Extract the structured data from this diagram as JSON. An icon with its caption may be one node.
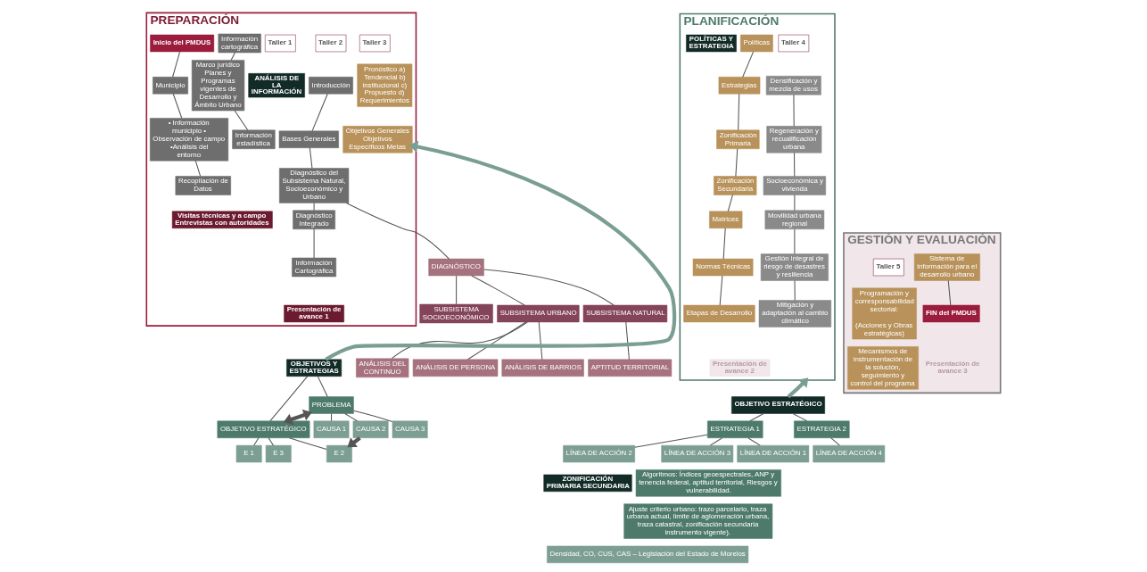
{
  "diagram": {
    "nodes": [
      {
        "text": [
          "PREPARACIÓN"
        ]
      },
      {
        "text": [
          "Inicio del PMDUS"
        ],
        "in": 0
      },
      {
        "text": [
          "Municipio"
        ],
        "in": 0
      },
      {
        "text": [
          "• Información municipio • Observación de campo •Análisis del entorno"
        ],
        "in": 0
      },
      {
        "text": [
          "Recopilación de Datos"
        ],
        "in": 0
      },
      {
        "text": [
          "Información cartográfica"
        ],
        "in": 0
      },
      {
        "text": [
          "Marco jurídico Planes y Programas vigentes de Desarrollo y Ámbito Urbano"
        ],
        "in": 0
      },
      {
        "text": [
          "Información estadística"
        ],
        "in": 0
      },
      {
        "text": [
          "Visitas técnicas y a campo Entrevistas con autoridades"
        ],
        "in": 0
      },
      {
        "text": [
          "Taller 1"
        ],
        "in": 0
      },
      {
        "text": [
          "ANÁLISIS DE LA INFORMACIÓN"
        ],
        "in": 0
      },
      {
        "text": [
          "Taller 2"
        ],
        "in": 0
      },
      {
        "text": [
          "Introducción"
        ],
        "in": 0
      },
      {
        "text": [
          "Bases Generales"
        ],
        "in": 0
      },
      {
        "text": [
          "Diagnóstico del Subsistema Natural, Socioeconómico y Urbano"
        ],
        "in": 0
      },
      {
        "text": [
          "Diagnóstico Integrado"
        ],
        "in": 0
      },
      {
        "text": [
          "Información Cartográfica"
        ],
        "in": 0
      },
      {
        "text": [
          "Presentación de avance 1"
        ],
        "in": 0
      },
      {
        "text": [
          "Taller 3"
        ],
        "in": 0
      },
      {
        "text": [
          "Pronóstico a) Tendencial b) institucional c) Propuesto d) Requerimientos"
        ],
        "in": 0
      },
      {
        "text": [
          "Objetivos Generales Objetivos Específicos Metas"
        ],
        "in": 0
      },
      {
        "text": [
          "PLANIFICACIÓN"
        ]
      },
      {
        "text": [
          "POLÍTICAS Y ESTRATEGIA"
        ],
        "in": 21
      },
      {
        "text": [
          "Políticas"
        ],
        "in": 21
      },
      {
        "text": [
          "Estrategias"
        ],
        "in": 21
      },
      {
        "text": [
          "Zonificación Primaria"
        ],
        "in": 21
      },
      {
        "text": [
          "Zonificación Secundaria"
        ],
        "in": 21
      },
      {
        "text": [
          "Matrices"
        ],
        "in": 21
      },
      {
        "text": [
          "Normas Técnicas"
        ],
        "in": 21
      },
      {
        "text": [
          "Etapas de Desarrollo"
        ],
        "in": 21
      },
      {
        "text": [
          "Taller 4"
        ],
        "in": 21
      },
      {
        "text": [
          "Densificación y mezcla de usos"
        ],
        "in": 21
      },
      {
        "text": [
          "Regeneración y recualificación urbana"
        ],
        "in": 21
      },
      {
        "text": [
          "Socioeconómica y vivienda"
        ],
        "in": 21
      },
      {
        "text": [
          "Movilidad urbana regional"
        ],
        "in": 21
      },
      {
        "text": [
          "Gestión integral de riesgo de desastres y resiliencia"
        ],
        "in": 21
      },
      {
        "text": [
          "Mitigación y adaptación al cambio climático"
        ],
        "in": 21
      },
      {
        "text": [
          "Presentación de avance 2"
        ],
        "in": 21
      },
      {
        "text": [
          "GESTIÓN Y EVALUACIÓN"
        ]
      },
      {
        "text": [
          "Taller 5"
        ],
        "in": 38
      },
      {
        "text": [
          "Programación y corresponsabilidad sectorial:",
          "(Acciones y Obras estratégicas)"
        ],
        "in": 38
      },
      {
        "text": [
          "Mecanismos de instrumentación de la solución, seguimiento y control del programa"
        ],
        "in": 38
      },
      {
        "text": [
          "Sistema de información para el desarrollo urbano"
        ],
        "in": 38
      },
      {
        "text": [
          "FIN del PMDUS"
        ],
        "in": 38
      },
      {
        "text": [
          "Presentación de avance 3"
        ],
        "in": 38
      },
      {
        "text": [
          "DIAGNÓSTICO"
        ]
      },
      {
        "text": [
          "SUBSISTEMA NATURAL"
        ]
      },
      {
        "text": [
          "SUBSISTEMA SOCIOECONÓMICO"
        ]
      },
      {
        "text": [
          "SUBSISTEMA URBANO"
        ]
      },
      {
        "text": [
          "APTITUD TERRITORIAL"
        ]
      },
      {
        "text": [
          "ANÁLISIS DE PERSONA"
        ]
      },
      {
        "text": [
          "ANÁLISIS DE BARRIOS"
        ]
      },
      {
        "text": [
          "ANÁLISIS DEL CONTINUO"
        ]
      },
      {
        "text": [
          "OBJETIVOS Y ESTRATEGIAS"
        ]
      },
      {
        "text": [
          "PROBLEMA"
        ]
      },
      {
        "text": [
          "OBJETIVO ESTRATÉGICO"
        ]
      },
      {
        "text": [
          "CAUSA 1"
        ]
      },
      {
        "text": [
          "CAUSA 2"
        ]
      },
      {
        "text": [
          "CAUSA 3"
        ]
      },
      {
        "text": [
          "E 1"
        ]
      },
      {
        "text": [
          "E 2"
        ]
      },
      {
        "text": [
          "E 3"
        ]
      },
      {
        "text": [
          "OBJETIVO ESTRATÉGICO"
        ]
      },
      {
        "text": [
          "ESTRATEGIA 1"
        ]
      },
      {
        "text": [
          "ESTRATEGIA 2"
        ]
      },
      {
        "text": [
          "LÍNEA DE ACCIÓN 1"
        ]
      },
      {
        "text": [
          "LÍNEA DE ACCIÓN 2"
        ]
      },
      {
        "text": [
          "LÍNEA DE ACCIÓN 3"
        ]
      },
      {
        "text": [
          "LÍNEA DE ACCIÓN 4"
        ]
      },
      {
        "text": [
          "ZONIFICACIÓN PRIMARIA SECUNDARIA"
        ]
      },
      {
        "text": [
          "Algoritmos: Índices geoespectrales, ANP y tenencia federal, aptitud territorial, Riesgos y vulnerabilidad."
        ]
      },
      {
        "text": [
          "Ajuste criterio urbano: trazo parcelario, traza urbana actual, limite de aglomeración urbana, traza catastral, zonificación secundaria instrumento vigente)."
        ]
      },
      {
        "text": [
          "Densidad, CO, CUS, CAS – Legislación del Estado de Morelos"
        ]
      }
    ],
    "edges": [
      {
        "from": 1,
        "to": 2,
        "arrow": "none"
      },
      {
        "from": 2,
        "to": 3,
        "arrow": "none"
      },
      {
        "from": 3,
        "to": 4,
        "arrow": "none"
      },
      {
        "from": 5,
        "to": 6,
        "arrow": "none"
      },
      {
        "from": 6,
        "to": 7,
        "arrow": "none"
      },
      {
        "from": 12,
        "to": 13,
        "arrow": "none"
      },
      {
        "from": 13,
        "to": 14,
        "arrow": "none"
      },
      {
        "from": 14,
        "to": 15,
        "arrow": "none"
      },
      {
        "from": 15,
        "to": 16,
        "arrow": "none"
      },
      {
        "from": 23,
        "to": 24,
        "arrow": "none"
      },
      {
        "from": 24,
        "to": 25,
        "arrow": "none"
      },
      {
        "from": 25,
        "to": 26,
        "arrow": "none"
      },
      {
        "from": 26,
        "to": 27,
        "arrow": "none"
      },
      {
        "from": 27,
        "to": 28,
        "arrow": "none"
      },
      {
        "from": 28,
        "to": 29,
        "arrow": "none"
      },
      {
        "from": 31,
        "to": 32,
        "arrow": "none"
      },
      {
        "from": 32,
        "to": 33,
        "arrow": "none"
      },
      {
        "from": 33,
        "to": 34,
        "arrow": "none"
      },
      {
        "from": 34,
        "to": 35,
        "arrow": "none"
      },
      {
        "from": 35,
        "to": 36,
        "arrow": "none"
      },
      {
        "from": 42,
        "to": 43,
        "arrow": "none"
      },
      {
        "from": 14,
        "to": 45,
        "arrow": "none"
      },
      {
        "from": 45,
        "to": 46,
        "arrow": "none"
      },
      {
        "from": 45,
        "to": 47,
        "arrow": "none"
      },
      {
        "from": 45,
        "to": 48,
        "arrow": "none"
      },
      {
        "from": 46,
        "to": 49,
        "arrow": "none"
      },
      {
        "from": 48,
        "to": 50,
        "arrow": "none"
      },
      {
        "from": 48,
        "to": 51,
        "arrow": "none"
      },
      {
        "from": 48,
        "to": 52,
        "arrow": "none"
      },
      {
        "from": 53,
        "to": 20,
        "arrow": "to",
        "style": "thick",
        "color": "#7a9e93"
      },
      {
        "from": 53,
        "to": 54,
        "arrow": "none"
      },
      {
        "from": 53,
        "to": 62,
        "arrow": "none"
      },
      {
        "from": 54,
        "to": 62,
        "arrow": "both",
        "style": "thick"
      },
      {
        "from": 54,
        "to": 56,
        "arrow": "none"
      },
      {
        "from": 54,
        "to": 57,
        "arrow": "none"
      },
      {
        "from": 54,
        "to": 58,
        "arrow": "none"
      },
      {
        "from": 62,
        "to": 59,
        "arrow": "none"
      },
      {
        "from": 62,
        "to": 60,
        "arrow": "none"
      },
      {
        "from": 62,
        "to": 61,
        "arrow": "none"
      },
      {
        "from": 57,
        "to": 60,
        "arrow": "to",
        "style": "thick"
      },
      {
        "from": 55,
        "to": 21,
        "arrow": "to",
        "style": "thick",
        "color": "#7a9e93"
      },
      {
        "from": 55,
        "to": 63,
        "arrow": "none"
      },
      {
        "from": 55,
        "to": 64,
        "arrow": "none"
      },
      {
        "from": 63,
        "to": 65,
        "arrow": "none"
      },
      {
        "from": 63,
        "to": 66,
        "arrow": "none"
      },
      {
        "from": 63,
        "to": 67,
        "arrow": "none"
      },
      {
        "from": 64,
        "to": 68,
        "arrow": "none"
      }
    ]
  }
}
